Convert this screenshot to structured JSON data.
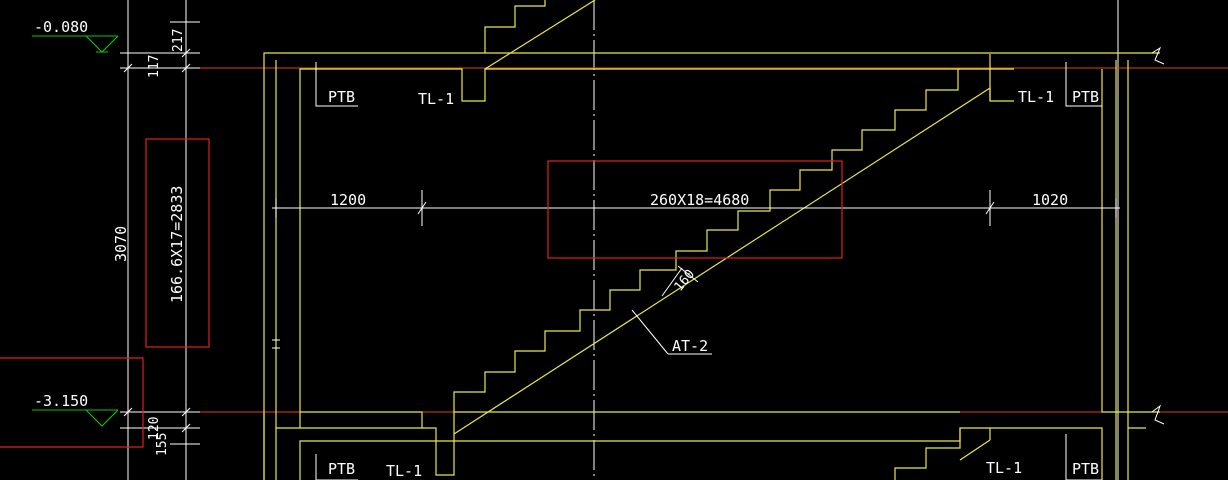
{
  "colors": {
    "background": "#000000",
    "structure": "#e8e84a",
    "dimension": "#ffffff",
    "axis_line": "#e53b1a",
    "highlight_box": "#e02020",
    "level_marker": "#10c010"
  },
  "levels": {
    "upper": "-0.080",
    "lower": "-3.150"
  },
  "vertical_dims": {
    "total": "3070",
    "riser_formula": "166.6X17=2833",
    "top_a": "217",
    "top_b": "117",
    "bottom_a": "120",
    "bottom_b": "155"
  },
  "horizontal_dims": {
    "landing_left": "1200",
    "tread_formula": "260X18=4680",
    "landing_right": "1020"
  },
  "labels": {
    "ptb": "PTB",
    "tl": "TL-1",
    "stair_tag": "AT-2",
    "slab_thickness": "160"
  }
}
